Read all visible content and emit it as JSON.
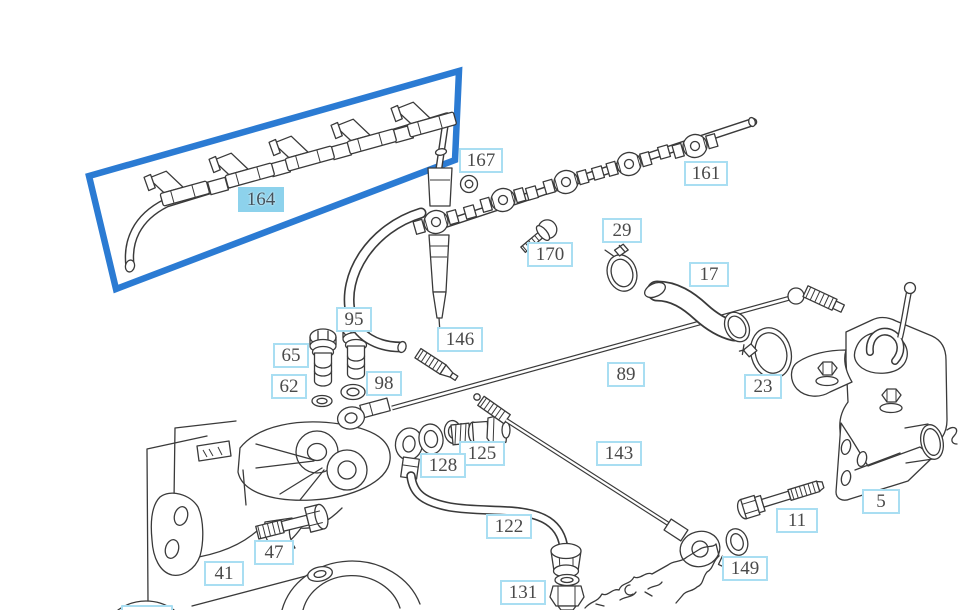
{
  "diagram": {
    "kind": "exploded-parts-diagram",
    "subject": "fuel injection lines, leak-off line and injection pump",
    "selection": {
      "part": "164",
      "highlight_box_color": "#2b7bd3",
      "highlight_label_bg": "#8dd2ec"
    },
    "label_style": {
      "border_color": "#a9def2",
      "text_color": "#4a4a4a",
      "background": "#ffffff"
    },
    "line_color": "#3a3a3a"
  },
  "labels": [
    {
      "text": "164",
      "highlighted": true
    },
    {
      "text": "167",
      "highlighted": false
    },
    {
      "text": "161",
      "highlighted": false
    },
    {
      "text": "170",
      "highlighted": false
    },
    {
      "text": "29",
      "highlighted": false
    },
    {
      "text": "17",
      "highlighted": false
    },
    {
      "text": "95",
      "highlighted": false
    },
    {
      "text": "65",
      "highlighted": false
    },
    {
      "text": "62",
      "highlighted": false
    },
    {
      "text": "98",
      "highlighted": false
    },
    {
      "text": "146",
      "highlighted": false
    },
    {
      "text": "89",
      "highlighted": false
    },
    {
      "text": "23",
      "highlighted": false
    },
    {
      "text": "125",
      "highlighted": false
    },
    {
      "text": "128",
      "highlighted": false
    },
    {
      "text": "143",
      "highlighted": false
    },
    {
      "text": "122",
      "highlighted": false
    },
    {
      "text": "131",
      "highlighted": false
    },
    {
      "text": "41",
      "highlighted": false
    },
    {
      "text": "47",
      "highlighted": false
    },
    {
      "text": "5",
      "highlighted": false
    },
    {
      "text": "11",
      "highlighted": false
    },
    {
      "text": "149",
      "highlighted": false
    }
  ]
}
